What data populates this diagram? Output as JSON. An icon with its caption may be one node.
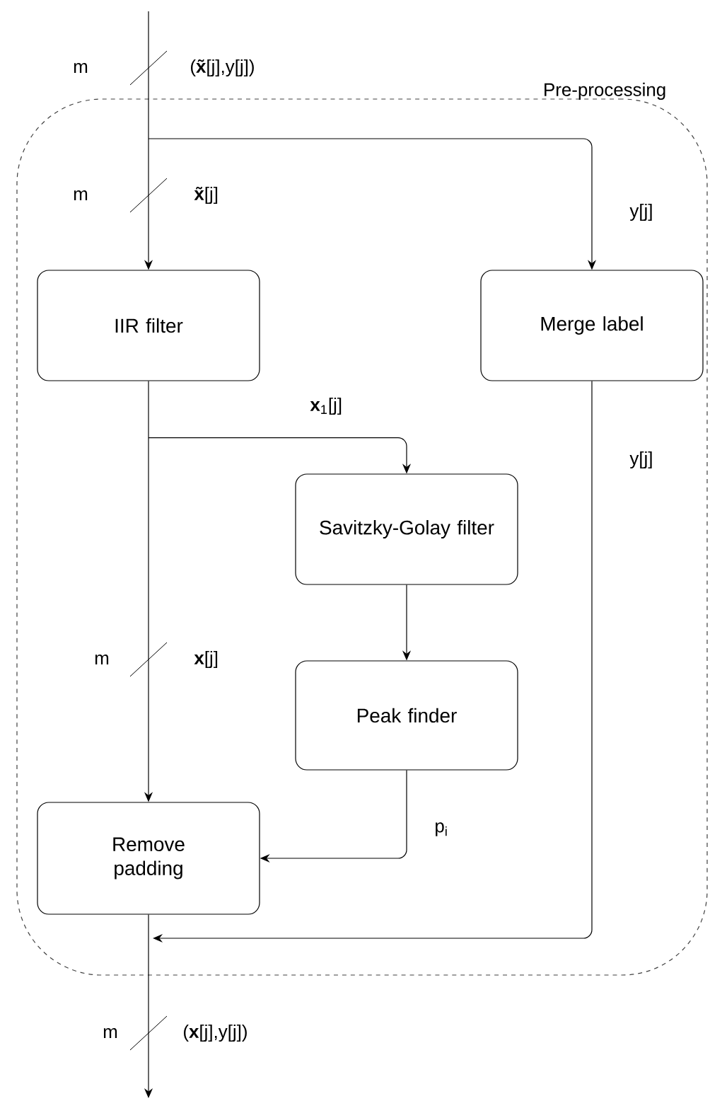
{
  "diagram": {
    "nodes": [
      {
        "text": [
          "Pre-processing"
        ]
      },
      {
        "text": [
          "IIR filter"
        ],
        "in": 0
      },
      {
        "text": [
          "Merge label"
        ],
        "in": 0
      },
      {
        "text": [
          "Savitzky-Golay filter"
        ],
        "in": 0
      },
      {
        "text": [
          "Peak finder"
        ],
        "in": 0
      },
      {
        "text": [
          "Remove padding"
        ],
        "in": 0
      }
    ],
    "edges": [
      {
        "from": null,
        "to": 1,
        "arrow": "to",
        "label": "**x̃**[j]"
      },
      {
        "from": null,
        "to": 2,
        "arrow": "to",
        "label": "y[j]"
      },
      {
        "from": 1,
        "to": 3,
        "arrow": "to",
        "label": "**x**$_{1}$[j]"
      },
      {
        "from": 1,
        "to": 5,
        "arrow": "to",
        "label": "**x**[j]"
      },
      {
        "from": 3,
        "to": 4,
        "arrow": "to"
      },
      {
        "from": 4,
        "to": 5,
        "arrow": "to",
        "label": "p$_{i}$"
      },
      {
        "from": 2,
        "to": null,
        "arrow": "to",
        "label": "y[j]"
      },
      {
        "from": 5,
        "to": null,
        "arrow": "to"
      }
    ],
    "labels": [
      "m",
      "(**x̃**[j],y[j])",
      "m",
      "m",
      "m",
      "(**x**[j],y[j])"
    ]
  }
}
